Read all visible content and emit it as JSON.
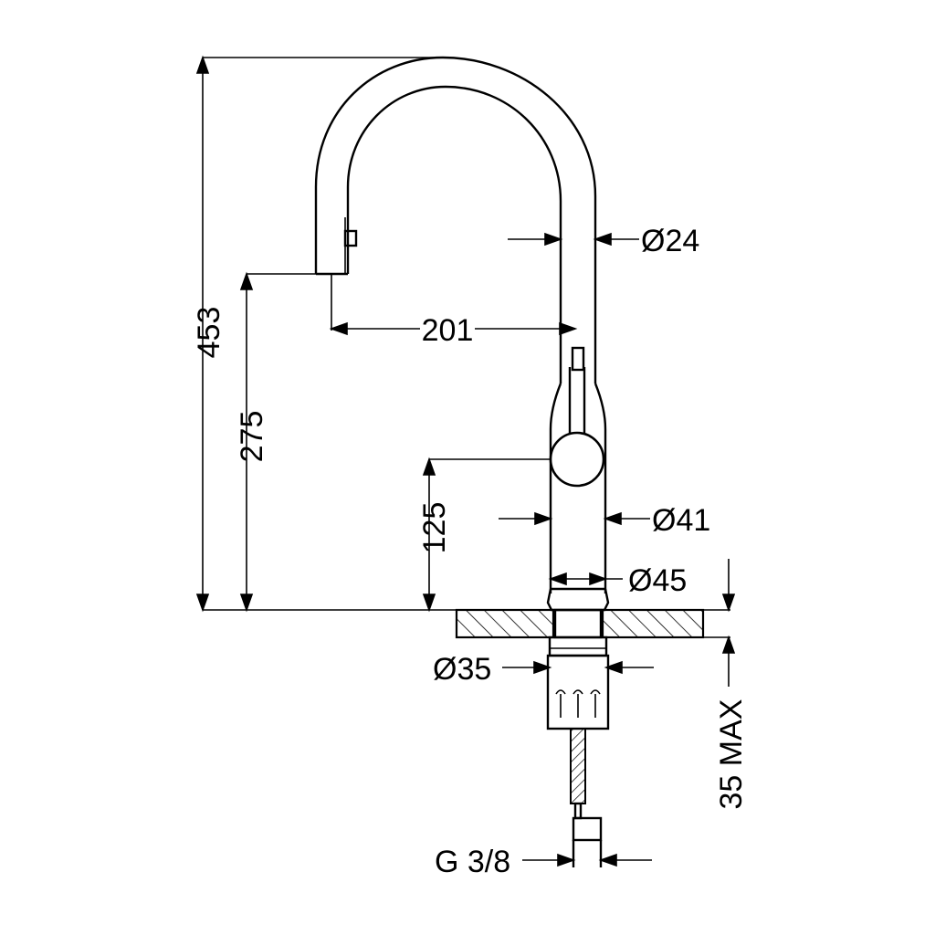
{
  "dimensions": {
    "total_height": "453",
    "spout_height": "275",
    "lever_height": "125",
    "spout_reach": "201",
    "spout_tube_diameter": "Ø24",
    "body_diameter": "Ø41",
    "base_diameter": "Ø45",
    "shank_diameter": "Ø35",
    "max_deck_thickness": "35 MAX",
    "connection_thread": "G 3/8"
  }
}
